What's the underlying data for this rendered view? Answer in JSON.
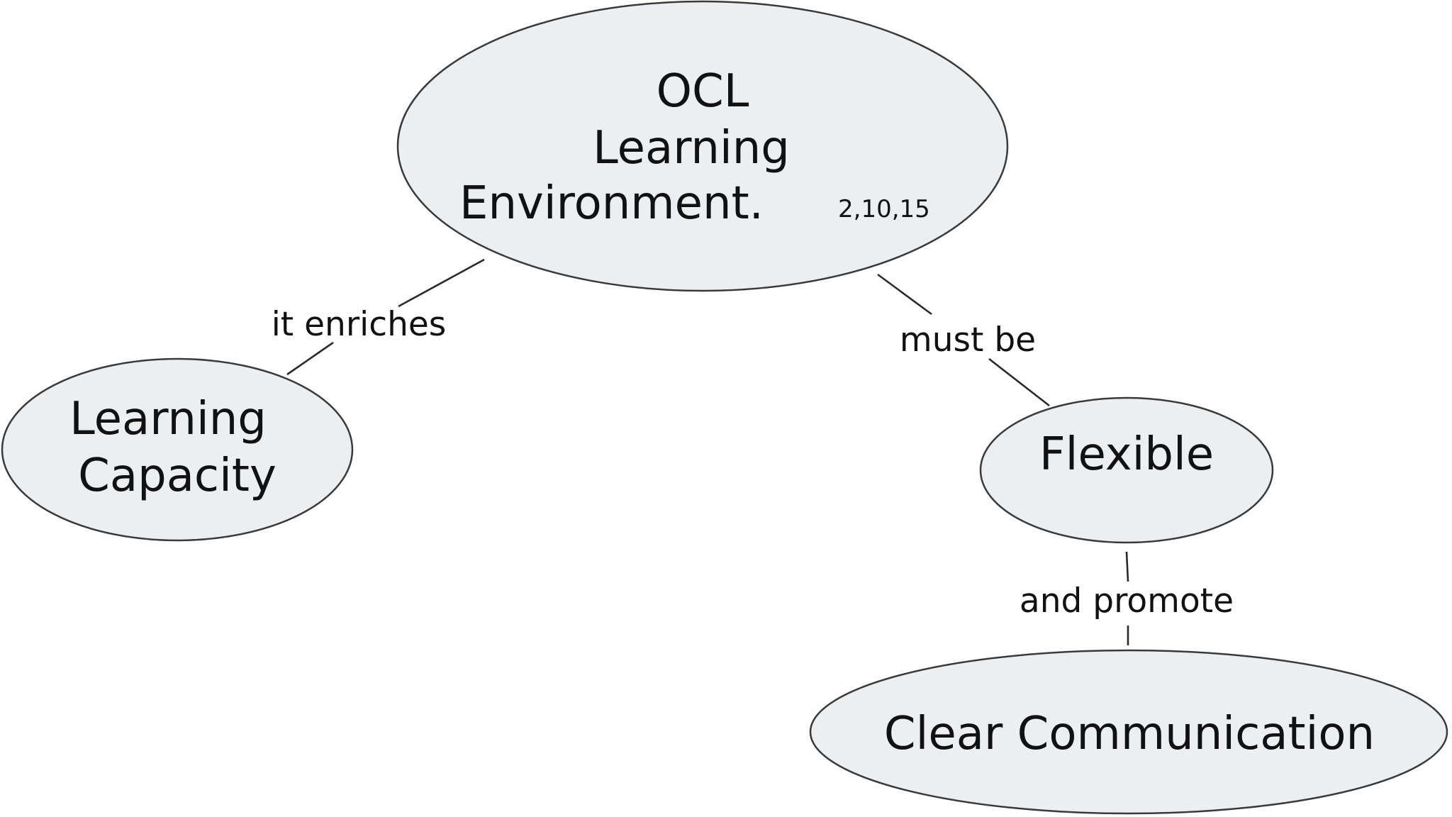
{
  "concept_map": {
    "nodes": {
      "ocl": {
        "line1": "OCL",
        "line2": "Learning",
        "line3": "Environment.",
        "reference": "2,10,15"
      },
      "learning_capacity": {
        "line1": "Learning",
        "line2": "Capacity"
      },
      "flexible": {
        "label": "Flexible"
      },
      "clear_communication": {
        "label": "Clear Communication"
      }
    },
    "links": {
      "it_enriches": "it enriches",
      "must_be": "must be",
      "and_promote": "and promote"
    }
  },
  "colors": {
    "node_fill": "#eceff2",
    "node_stroke": "#3a3a3a",
    "line": "#2a2a2a",
    "text": "#111111"
  }
}
